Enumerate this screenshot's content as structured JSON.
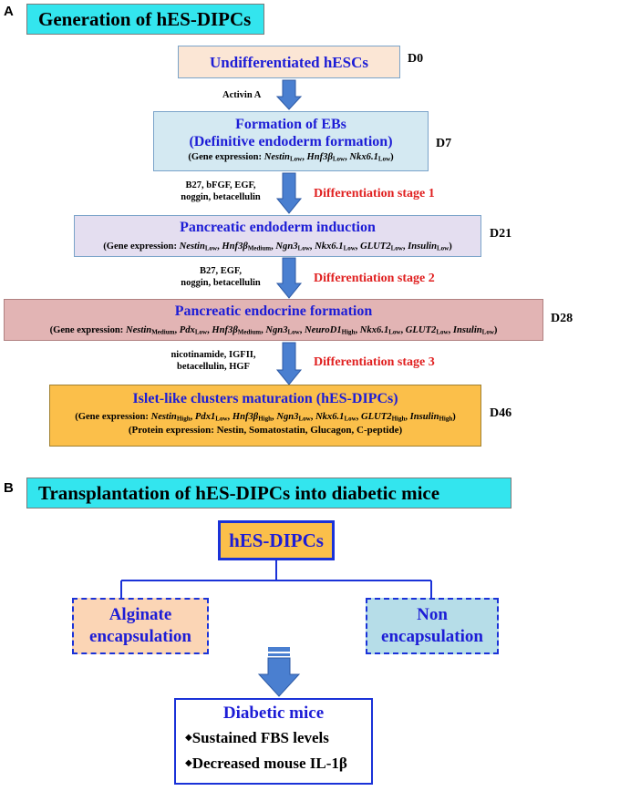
{
  "panel_a": {
    "letter": "A",
    "title": "Generation of hES-DIPCs",
    "step0": {
      "heading": "Undifferentiated hESCs",
      "day": "D0"
    },
    "factors1": "Activin A",
    "step1": {
      "heading1": "Formation of EBs",
      "heading2": "(Definitive endoderm formation)",
      "genes_prefix": "(Gene expression: ",
      "genes": [
        {
          "name": "Nestin",
          "level": "Low"
        },
        {
          "name": "Hnf3β",
          "level": "Low"
        },
        {
          "name": "Nkx6.1",
          "level": "Low"
        }
      ],
      "day": "D7"
    },
    "factors2_line1": "B27, bFGF, EGF,",
    "factors2_line2": "noggin, betacellulin",
    "stage1": "Differentiation stage 1",
    "step2": {
      "heading": "Pancreatic endoderm induction",
      "genes_prefix": "(Gene expression: ",
      "genes": [
        {
          "name": "Nestin",
          "level": "Low"
        },
        {
          "name": "Hnf3β",
          "level": "Medium"
        },
        {
          "name": "Ngn3",
          "level": "Low"
        },
        {
          "name": "Nkx6.1",
          "level": "Low"
        },
        {
          "name": "GLUT2",
          "level": "Low"
        },
        {
          "name": "Insulin",
          "level": "Low"
        }
      ],
      "day": "D21"
    },
    "factors3_line1": "B27, EGF,",
    "factors3_line2": "noggin, betacellulin",
    "stage2": "Differentiation stage 2",
    "step3": {
      "heading": "Pancreatic endocrine formation",
      "genes_prefix": "(Gene expression: ",
      "genes": [
        {
          "name": "Nestin",
          "level": "Medium"
        },
        {
          "name": "Pdx",
          "level": "Low"
        },
        {
          "name": "Hnf3β",
          "level": "Medium"
        },
        {
          "name": "Ngn3",
          "level": "Low"
        },
        {
          "name": "NeuroD1",
          "level": "High"
        },
        {
          "name": "Nkx6.1",
          "level": "Low"
        },
        {
          "name": "GLUT2",
          "level": "Low"
        },
        {
          "name": "Insulin",
          "level": "Low"
        }
      ],
      "day": "D28"
    },
    "factors4_line1": "nicotinamide, IGFII,",
    "factors4_line2": "betacellulin, HGF",
    "stage3": "Differentiation stage 3",
    "step4": {
      "heading": "Islet-like clusters maturation (hES-DIPCs)",
      "genes_prefix": "(Gene expression: ",
      "genes": [
        {
          "name": "Nestin",
          "level": "High"
        },
        {
          "name": "Pdx1",
          "level": "Low"
        },
        {
          "name": "Hnf3β",
          "level": "High"
        },
        {
          "name": "Ngn3",
          "level": "Low"
        },
        {
          "name": "Nkx6.1",
          "level": "Low"
        },
        {
          "name": "GLUT2",
          "level": "High"
        },
        {
          "name": "Insulin",
          "level": "High"
        }
      ],
      "protein": "(Protein expression: Nestin, Somatostatin, Glucagon, C-peptide)",
      "day": "D46"
    }
  },
  "panel_b": {
    "letter": "B",
    "title": "Transplantation of hES-DIPCs into diabetic mice",
    "root": "hES-DIPCs",
    "left_line1": "Alginate",
    "left_line2": "encapsulation",
    "right_line1": "Non",
    "right_line2": "encapsulation",
    "result_heading": "Diabetic mice",
    "result_items": [
      "Sustained FBS levels",
      "Decreased mouse IL-1β"
    ]
  },
  "colors": {
    "title_bg": "#33e5ee",
    "heading_blue": "#1d1dd6",
    "stage_red": "#e02020",
    "arrow_blue": "#4a7fd0",
    "step0_bg": "#fbe6d5",
    "step1_bg": "#d4e9f2",
    "step2_bg": "#e4def0",
    "step3_bg": "#e2b4b4",
    "step4_bg": "#fbbf4a",
    "root_bg": "#fbbf4a",
    "left_bg": "#fbd5b5",
    "right_bg": "#b6dde8"
  }
}
